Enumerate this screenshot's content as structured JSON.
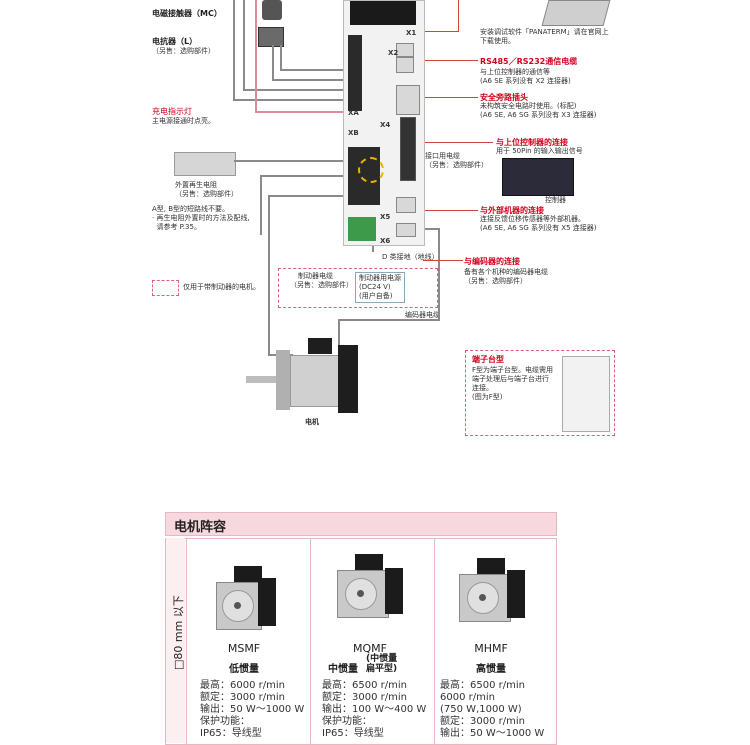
{
  "diagram": {
    "mc_label": "电磁接触器（MC）",
    "resistor_label": "电抗器（L）",
    "resistor_note": "（另售：选购部件）",
    "charge_label": "充电指示灯",
    "charge_note": "主电源接通时点亮。",
    "regen_label": "外置再生电阻",
    "regen_note": "（另售：选购部件）",
    "ab_note": "A型, B型的短路线不要。\n· 再生电阻外置时的方法及配线,\n  请参考 P.35。",
    "legend_text": "仅用于带制动器的电机。",
    "brake_label": "制动器电缆",
    "brake_note": "（另售：选购部件）",
    "brake_power": "制动器用电源\n(DC24 V)\n(用户自备)",
    "ground_label": "D 类接地（地线）",
    "encoder_cable": "编码器电缆",
    "motor_label": "电机",
    "panaterm_note": "安装调试软件「PANATERM」请在官网上\n下载使用。",
    "rs485_title": "RS485／RS232通信电缆",
    "rs485_note": "与上位控制器的通信等\n(A6 SE 系列没有 X2 连接器)",
    "safety_title": "安全旁路插头",
    "safety_note": "未构筑安全电路时使用。(标配)\n(A6 SE, A6 SG 系列没有 X3 连接器)",
    "host_title": "与上位控制器的连接",
    "host_note": "用于 50Pin 的输入输出信号",
    "iface_cable": "接口用电缆",
    "iface_note": "（另售：选购部件）",
    "controller": "控制器",
    "ext_title": "与外部机器的连接",
    "ext_note": "连接反馈位移传感器等外部机器。\n(A6 SE, A6 SG 系列没有 X5 连接器)",
    "enc_title": "与编码器的连接",
    "enc_note": "备有各个机种的编码器电缆",
    "enc_note2": "（另售：选购部件）",
    "terminal_title": "端子台型",
    "terminal_note": "F型为端子台型。电缆需用\n端子处理后与端子台进行\n连接。\n(图为F型)",
    "connectors": [
      "X1",
      "X2",
      "XA",
      "X4",
      "XB",
      "X5",
      "X6"
    ]
  },
  "motor_table": {
    "title": "电机阵容",
    "side_label": "□80 mm 以下",
    "motors": [
      {
        "name": "MSMF",
        "type": "低惯量",
        "specs": "最高：6000 r/min\n额定：3000 r/min\n输出：50 W～1000 W\n保护功能：\nIP65：导线型"
      },
      {
        "name": "MQMF",
        "type": "中惯量",
        "type_extra": "(中惯量\n扁平型)",
        "specs": "最高：6500 r/min\n额定：3000 r/min\n输出：100 W～400 W\n保护功能：\nIP65：导线型"
      },
      {
        "name": "MHMF",
        "type": "高惯量",
        "specs": "最高：6500 r/min\n6000 r/min\n(750 W,1000 W)\n额定：3000 r/min\n输出：50 W～1000 W"
      }
    ]
  },
  "colors": {
    "accent": "#d0021b",
    "table_header": "#f6d8de",
    "table_border": "#e6b8c2"
  }
}
